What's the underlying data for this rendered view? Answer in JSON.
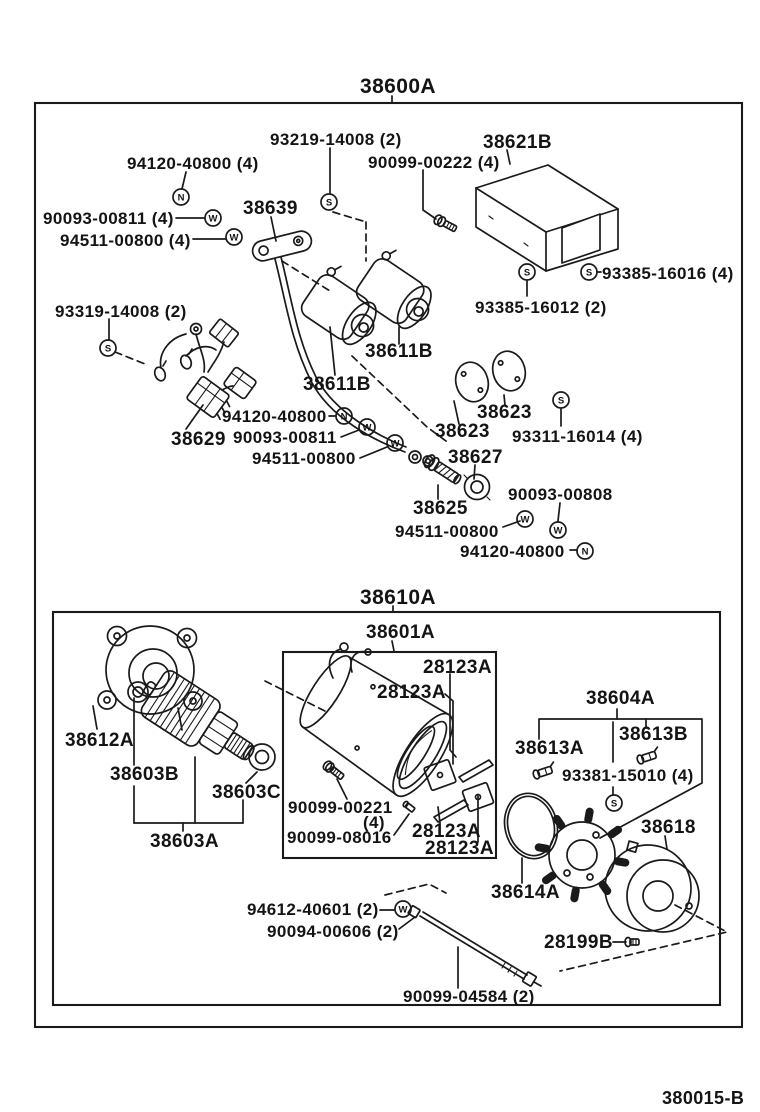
{
  "doc": {
    "assembly_code": "38600A",
    "subassembly_code": "38610A",
    "drawing_code": "380015-B"
  },
  "colors": {
    "line": "#1a1a1a",
    "background": "#ffffff"
  },
  "markers": {
    "s": "S",
    "w": "W",
    "n": "N"
  },
  "parts": {
    "p38600A": "38600A",
    "p38610A": "38610A",
    "p38601A": "38601A",
    "p38621B": "38621B",
    "p38639": "38639",
    "p38629": "38629",
    "p38611B": "38611B",
    "p38623": "38623",
    "p38627": "38627",
    "p38625": "38625",
    "p38612A": "38612A",
    "p38603A": "38603A",
    "p38603B": "38603B",
    "p38603C": "38603C",
    "p38604A": "38604A",
    "p38613A": "38613A",
    "p38613B": "38613B",
    "p38618": "38618",
    "p38614A": "38614A",
    "p28123A": "28123A",
    "p28199B": "28199B",
    "p93219_14008": "93219-14008 (2)",
    "p94120_40800_4": "94120-40800 (4)",
    "p90093_00811_4": "90093-00811 (4)",
    "p94511_00800_4": "94511-00800 (4)",
    "p90099_00222": "90099-00222 (4)",
    "p93385_16016": "93385-16016 (4)",
    "p93385_16012": "93385-16012 (2)",
    "p93319_14008": "93319-14008 (2)",
    "p94120_40800": "94120-40800",
    "p90093_00811": "90093-00811",
    "p94511_00800": "94511-00800",
    "p93311_16014": "93311-16014 (4)",
    "p90093_00808": "90093-00808",
    "p90099_00221": "90099-00221",
    "p90099_00221_qty": "(4)",
    "p90099_08016": "90099-08016",
    "p93381_15010": "93381-15010 (4)",
    "p94612_40601": "94612-40601 (2)",
    "p90094_00606": "90094-00606 (2)",
    "p90099_04584": "90099-04584 (2)",
    "p380015_B": "380015-B"
  }
}
